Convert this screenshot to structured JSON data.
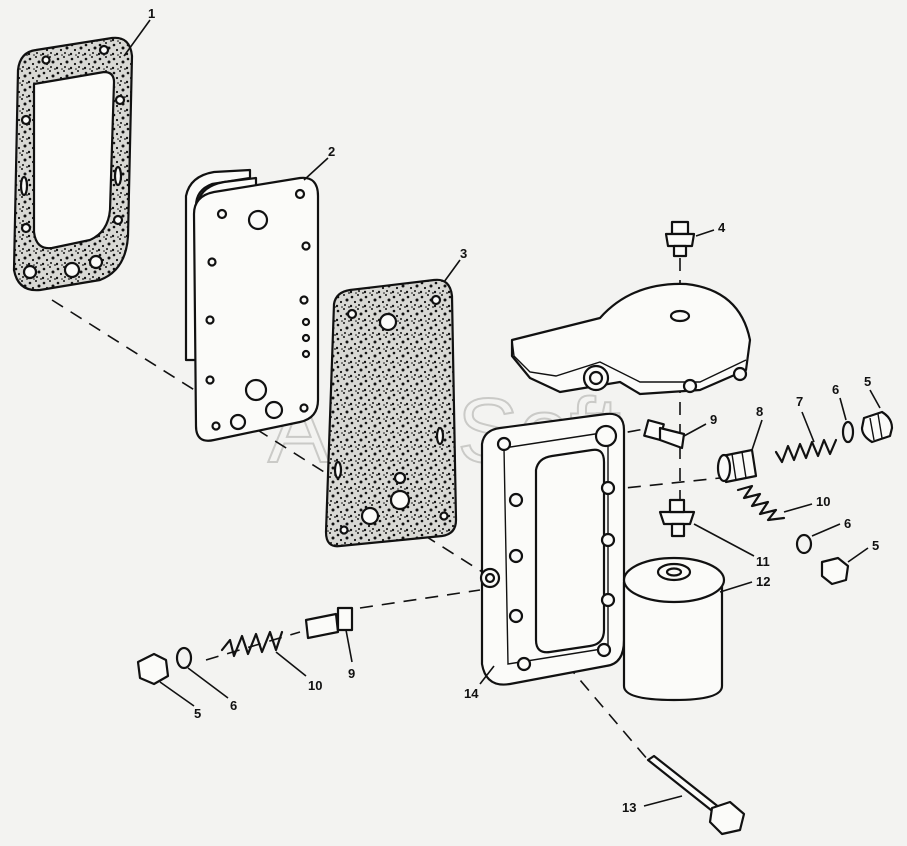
{
  "watermark": "AutoSoft",
  "callouts": [
    {
      "id": "c1",
      "label": "1"
    },
    {
      "id": "c2",
      "label": "2"
    },
    {
      "id": "c3",
      "label": "3"
    },
    {
      "id": "c4",
      "label": "4"
    },
    {
      "id": "c5a",
      "label": "5"
    },
    {
      "id": "c6a",
      "label": "6"
    },
    {
      "id": "c7",
      "label": "7"
    },
    {
      "id": "c8",
      "label": "8"
    },
    {
      "id": "c9a",
      "label": "9"
    },
    {
      "id": "c10a",
      "label": "10"
    },
    {
      "id": "c6b",
      "label": "6"
    },
    {
      "id": "c5b",
      "label": "5"
    },
    {
      "id": "c11",
      "label": "11"
    },
    {
      "id": "c12",
      "label": "12"
    },
    {
      "id": "c14",
      "label": "14"
    },
    {
      "id": "c10b",
      "label": "10"
    },
    {
      "id": "c9b",
      "label": "9"
    },
    {
      "id": "c6c",
      "label": "6"
    },
    {
      "id": "c5c",
      "label": "5"
    },
    {
      "id": "c13",
      "label": "13"
    }
  ]
}
